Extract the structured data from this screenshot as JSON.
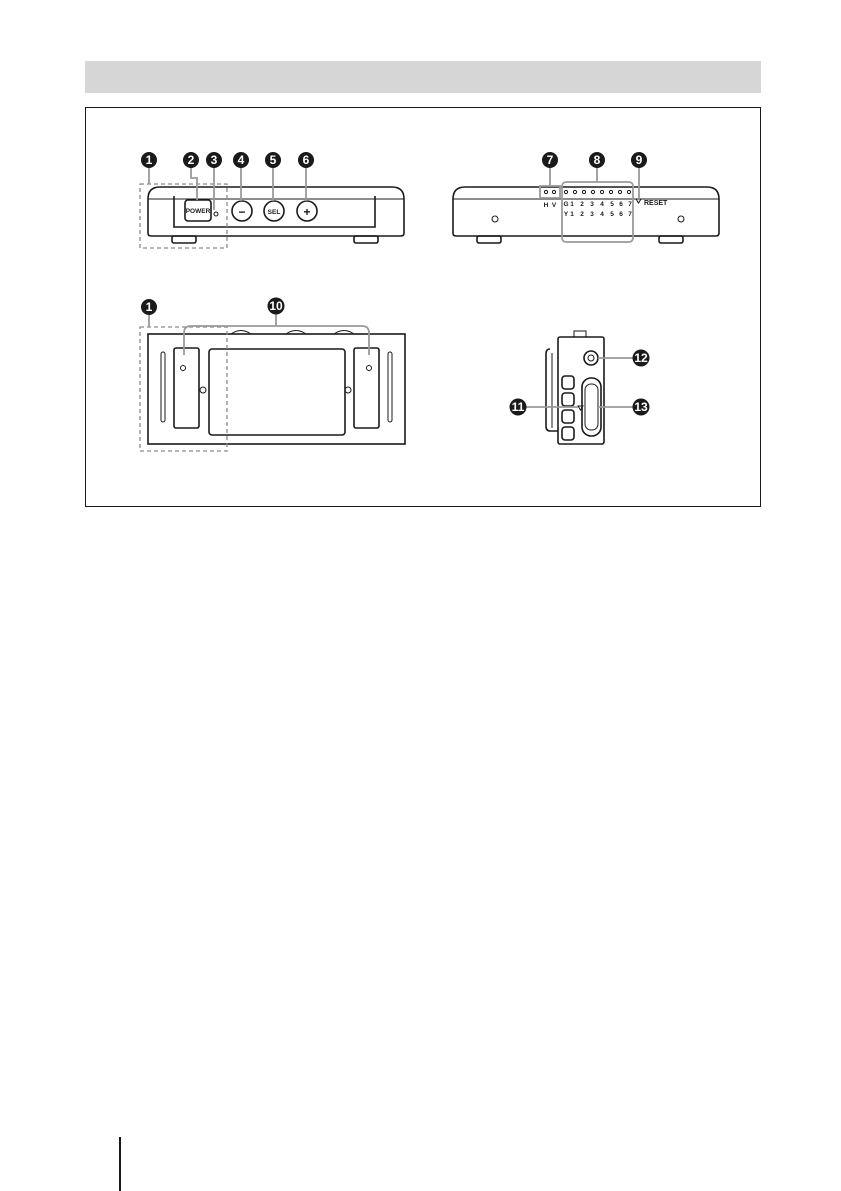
{
  "section_header": {
    "text": ""
  },
  "front_view": {
    "button_labels": {
      "power": "POWER",
      "minus": "−",
      "sel": "SEL",
      "plus": "+"
    }
  },
  "rear_view": {
    "hv_labels": [
      "H",
      "V"
    ],
    "g_row": [
      "G",
      "1",
      "2",
      "3",
      "4",
      "5",
      "6",
      "7"
    ],
    "y_row": [
      "Y",
      "1",
      "2",
      "3",
      "4",
      "5",
      "6",
      "7"
    ],
    "reset_label": "RESET"
  },
  "callouts": {
    "c1": "1",
    "c2": "2",
    "c3": "3",
    "c4": "4",
    "c5": "5",
    "c6": "6",
    "c7": "7",
    "c8": "8",
    "c9": "9",
    "c10": "10",
    "c11": "11",
    "c12": "12",
    "c13": "13",
    "c1b": "1"
  },
  "colors": {
    "ink": "#1a1a1a",
    "band": "#d6d6d6",
    "callout_line": "#9a9a9a"
  }
}
